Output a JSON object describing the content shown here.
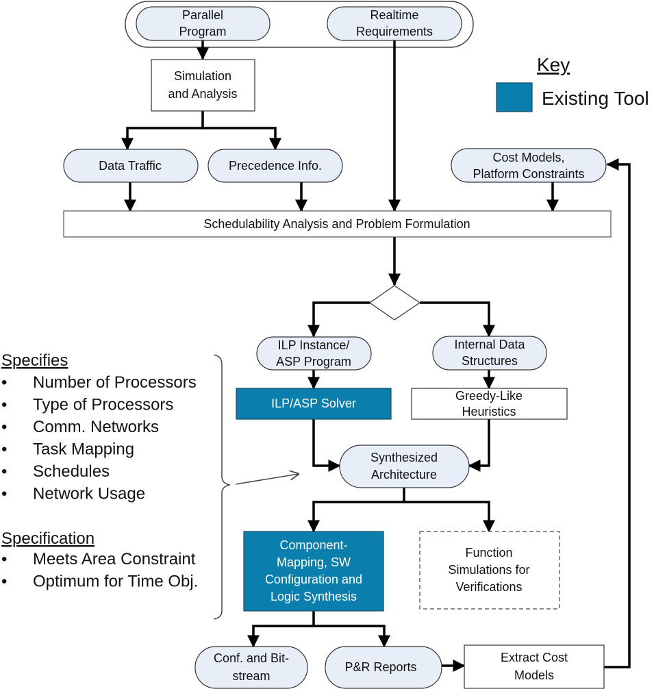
{
  "colors": {
    "existing_tool": "#0a7fad",
    "terminal_fill": "#e8eef8",
    "stroke": "#000000",
    "box_stroke": "#555555",
    "dashed_stroke": "#666666"
  },
  "key": {
    "title": "Key",
    "items": [
      {
        "label": "Existing Tool",
        "color": "#0a7fad"
      }
    ]
  },
  "nodes": {
    "parallel_program": [
      "Parallel",
      "Program"
    ],
    "realtime_requirements": [
      "Realtime",
      "Requirements"
    ],
    "simulation_analysis": [
      "Simulation",
      "and Analysis"
    ],
    "data_traffic": [
      "Data Traffic"
    ],
    "precedence_info": [
      "Precedence Info."
    ],
    "cost_models": [
      "Cost Models,",
      "Platform Constraints"
    ],
    "schedulability": [
      "Schedulability Analysis and Problem Formulation"
    ],
    "ilp_instance": [
      "ILP Instance/",
      "ASP Program"
    ],
    "internal_data": [
      "Internal Data",
      "Structures"
    ],
    "ilp_solver": [
      "ILP/ASP Solver"
    ],
    "greedy": [
      "Greedy-Like",
      "Heuristics"
    ],
    "synthesized": [
      "Synthesized",
      "Architecture"
    ],
    "component_mapping": [
      "Component-",
      "Mapping, SW",
      "Configuration and",
      "Logic Synthesis"
    ],
    "function_sim": [
      "Function",
      "Simulations for",
      "Verifications"
    ],
    "conf_bitstream": [
      "Conf. and Bit-",
      "stream"
    ],
    "pr_reports": [
      "P&R Reports"
    ],
    "extract_cost": [
      "Extract Cost",
      "Models"
    ]
  },
  "side_notes": {
    "specifies_title": "Specifies",
    "specifies_items": [
      "Number of Processors",
      "Type of Processors",
      "Comm. Networks",
      "Task Mapping",
      "Schedules",
      "Network Usage"
    ],
    "specification_title": "Specification",
    "specification_items": [
      "Meets Area Constraint",
      "Optimum for Time Obj."
    ],
    "bullet": "•"
  }
}
